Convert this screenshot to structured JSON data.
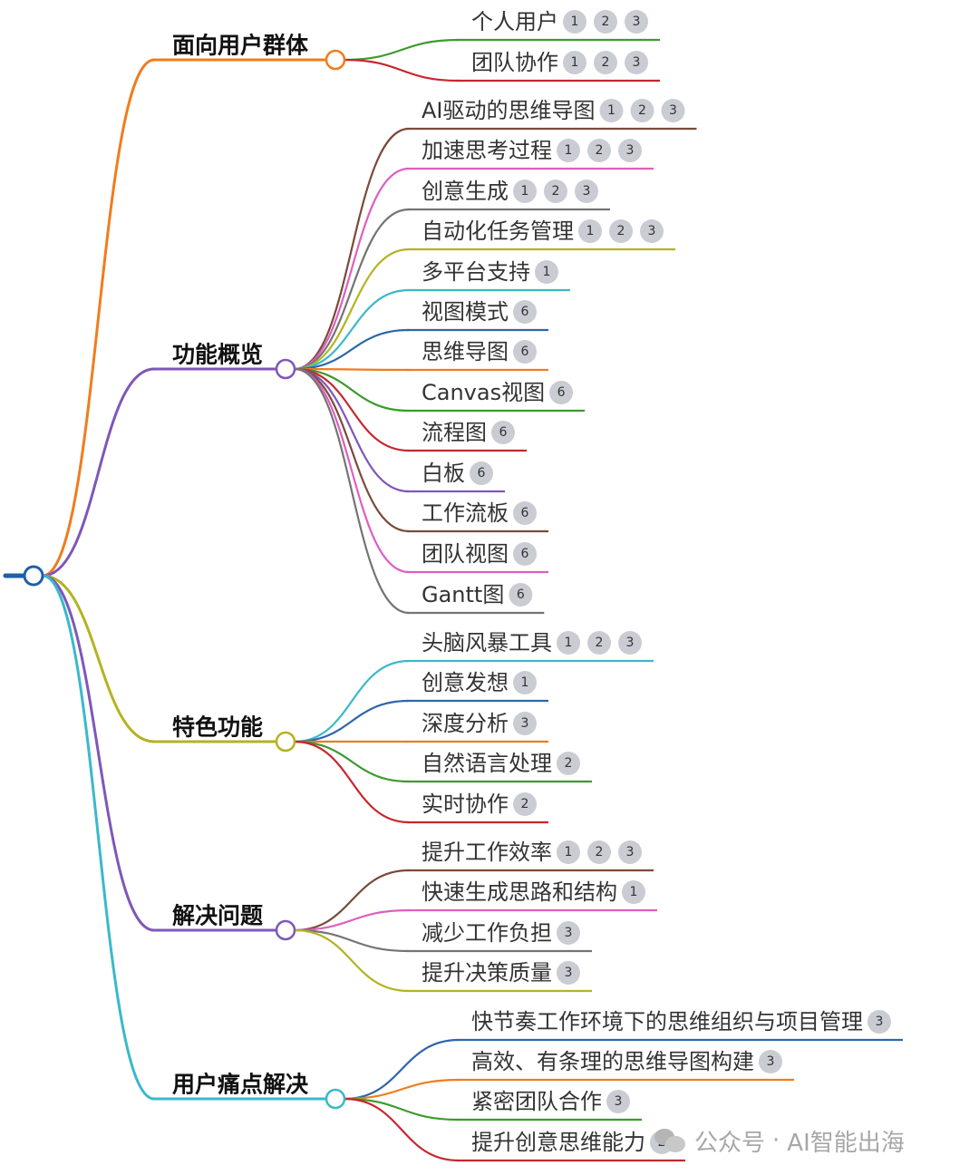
{
  "watermark": {
    "prefix": "公众号",
    "separator": "·",
    "name": "AI智能出海",
    "icon": "wechat-icon"
  },
  "colors": {
    "root": "#1f5fa8",
    "orange": "#f07c1d",
    "purple": "#7f57b8",
    "olive": "#b3b322",
    "cyan": "#3ab9c9",
    "green": "#3d9a2e",
    "red": "#c6262e",
    "brown": "#7a4a3a",
    "pink": "#de5fbf",
    "gray": "#747474",
    "blue": "#2e66a8",
    "lime": "#b3b322"
  },
  "branches": [
    {
      "label": "面向用户群体",
      "color": "orange",
      "children": [
        {
          "label": "个人用户",
          "badges": [
            "1",
            "2",
            "3"
          ],
          "color": "green"
        },
        {
          "label": "团队协作",
          "badges": [
            "1",
            "2",
            "3"
          ],
          "color": "red"
        }
      ]
    },
    {
      "label": "功能概览",
      "color": "purple",
      "children": [
        {
          "label": "AI驱动的思维导图",
          "badges": [
            "1",
            "2",
            "3"
          ],
          "color": "brown"
        },
        {
          "label": "加速思考过程",
          "badges": [
            "1",
            "2",
            "3"
          ],
          "color": "pink"
        },
        {
          "label": "创意生成",
          "badges": [
            "1",
            "2",
            "3"
          ],
          "color": "gray"
        },
        {
          "label": "自动化任务管理",
          "badges": [
            "1",
            "2",
            "3"
          ],
          "color": "lime"
        },
        {
          "label": "多平台支持",
          "badges": [
            "1"
          ],
          "color": "cyan"
        },
        {
          "label": "视图模式",
          "badges": [
            "6"
          ],
          "color": "blue"
        },
        {
          "label": "思维导图",
          "badges": [
            "6"
          ],
          "color": "orange"
        },
        {
          "label": "Canvas视图",
          "badges": [
            "6"
          ],
          "color": "green"
        },
        {
          "label": "流程图",
          "badges": [
            "6"
          ],
          "color": "red"
        },
        {
          "label": "白板",
          "badges": [
            "6"
          ],
          "color": "purple"
        },
        {
          "label": "工作流板",
          "badges": [
            "6"
          ],
          "color": "brown"
        },
        {
          "label": "团队视图",
          "badges": [
            "6"
          ],
          "color": "pink"
        },
        {
          "label": "Gantt图",
          "badges": [
            "6"
          ],
          "color": "gray"
        }
      ]
    },
    {
      "label": "特色功能",
      "color": "olive",
      "children": [
        {
          "label": "头脑风暴工具",
          "badges": [
            "1",
            "2",
            "3"
          ],
          "color": "cyan"
        },
        {
          "label": "创意发想",
          "badges": [
            "1"
          ],
          "color": "blue"
        },
        {
          "label": "深度分析",
          "badges": [
            "3"
          ],
          "color": "orange"
        },
        {
          "label": "自然语言处理",
          "badges": [
            "2"
          ],
          "color": "green"
        },
        {
          "label": "实时协作",
          "badges": [
            "2"
          ],
          "color": "red"
        }
      ]
    },
    {
      "label": "解决问题",
      "color": "purple",
      "children": [
        {
          "label": "提升工作效率",
          "badges": [
            "1",
            "2",
            "3"
          ],
          "color": "brown"
        },
        {
          "label": "快速生成思路和结构",
          "badges": [
            "1"
          ],
          "color": "pink"
        },
        {
          "label": "减少工作负担",
          "badges": [
            "3"
          ],
          "color": "gray"
        },
        {
          "label": "提升决策质量",
          "badges": [
            "3"
          ],
          "color": "lime"
        }
      ]
    },
    {
      "label": "用户痛点解决",
      "color": "cyan",
      "children": [
        {
          "label": "快节奏工作环境下的思维组织与项目管理",
          "badges": [
            "3"
          ],
          "color": "blue"
        },
        {
          "label": "高效、有条理的思维导图构建",
          "badges": [
            "3"
          ],
          "color": "orange"
        },
        {
          "label": "紧密团队合作",
          "badges": [
            "3"
          ],
          "color": "green"
        },
        {
          "label": "提升创意思维能力",
          "badges": [
            "2"
          ],
          "color": "red"
        }
      ]
    }
  ]
}
